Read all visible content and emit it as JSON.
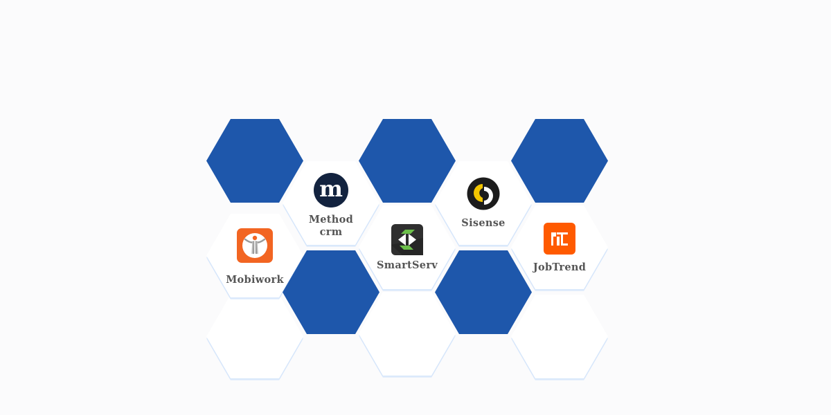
{
  "colors": {
    "background": "#fbfbfc",
    "hex_blue": "#1e57ab",
    "hex_white": "#ffffff",
    "glow": "#d6e6fb",
    "label": "#555555"
  },
  "grid": {
    "hex_width": 140,
    "hex_height": 121,
    "columns_x": [
      298,
      408,
      518,
      628,
      738
    ]
  },
  "integrations": [
    {
      "name": "Method crm",
      "line1": "Method",
      "line2": "crm",
      "icon": "methodcrm-logo-icon",
      "logo_color": "#13233f"
    },
    {
      "name": "Mobiwork",
      "line1": "Mobiwork",
      "icon": "mobiwork-logo-icon",
      "logo_color": "#f26522"
    },
    {
      "name": "SmartServ",
      "line1": "SmartServ",
      "icon": "smartserv-logo-icon",
      "logo_color": "#2f2f2f",
      "accent": "#6cc04a"
    },
    {
      "name": "Sisense",
      "line1": "Sisense",
      "icon": "sisense-logo-icon",
      "logo_color": "#1c1c1c",
      "accent": "#f2c500"
    },
    {
      "name": "JobTrend",
      "line1": "JobTrend",
      "icon": "jobtrend-logo-icon",
      "logo_color": "#ff5a00"
    }
  ]
}
